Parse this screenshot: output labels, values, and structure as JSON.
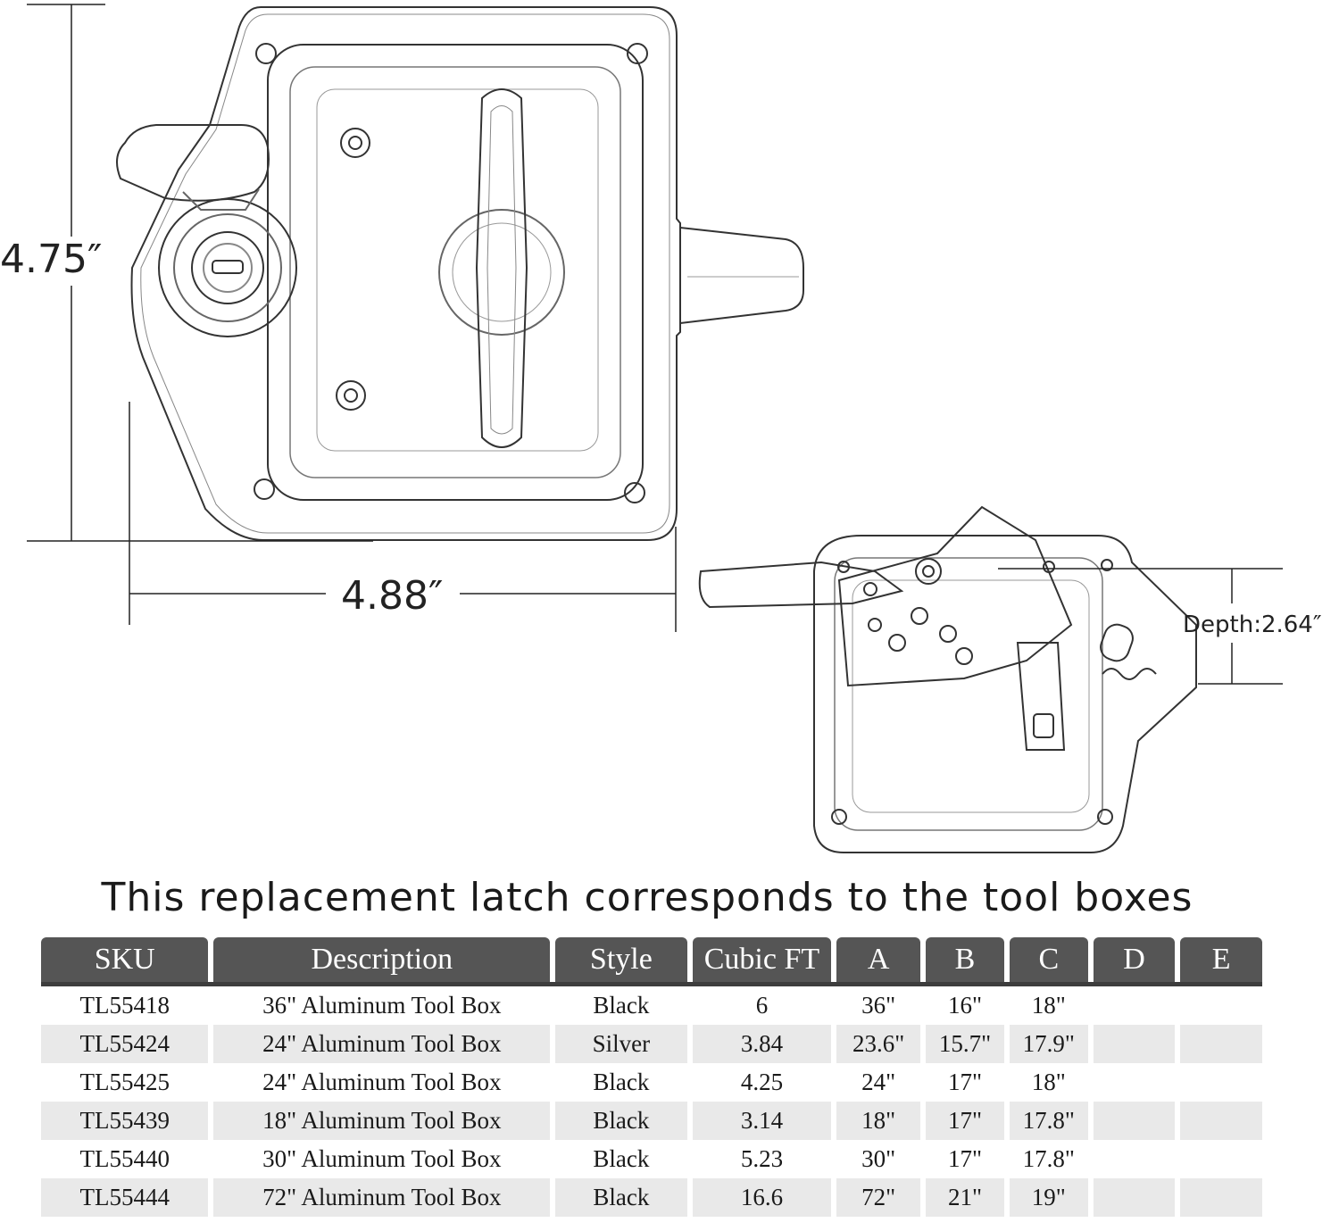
{
  "dimensions": {
    "height": "4.75″",
    "width": "4.88″",
    "depth": "Depth:2.64″"
  },
  "heading": "This replacement latch corresponds to the tool boxes",
  "table": {
    "headers": [
      "SKU",
      "Description",
      "Style",
      "Cubic FT",
      "A",
      "B",
      "C",
      "D",
      "E"
    ],
    "rows": [
      [
        "TL55418",
        "36\" Aluminum Tool Box",
        "Black",
        "6",
        "36\"",
        "16\"",
        "18\"",
        "",
        ""
      ],
      [
        "TL55424",
        "24\" Aluminum Tool Box",
        "Silver",
        "3.84",
        "23.6\"",
        "15.7\"",
        "17.9\"",
        "",
        ""
      ],
      [
        "TL55425",
        "24\" Aluminum Tool Box",
        "Black",
        "4.25",
        "24\"",
        "17\"",
        "18\"",
        "",
        ""
      ],
      [
        "TL55439",
        "18\" Aluminum Tool Box",
        "Black",
        "3.14",
        "18\"",
        "17\"",
        "17.8\"",
        "",
        ""
      ],
      [
        "TL55440",
        "30\" Aluminum Tool Box",
        "Black",
        "5.23",
        "30\"",
        "17\"",
        "17.8\"",
        "",
        ""
      ],
      [
        "TL55444",
        "72\" Aluminum Tool Box",
        "Black",
        "16.6",
        "72\"",
        "21\"",
        "19\"",
        "",
        ""
      ]
    ]
  },
  "colors": {
    "header_bg": "#555555",
    "header_text": "#ffffff",
    "row_alt_bg": "#e9e9e9",
    "line": "#333333"
  }
}
